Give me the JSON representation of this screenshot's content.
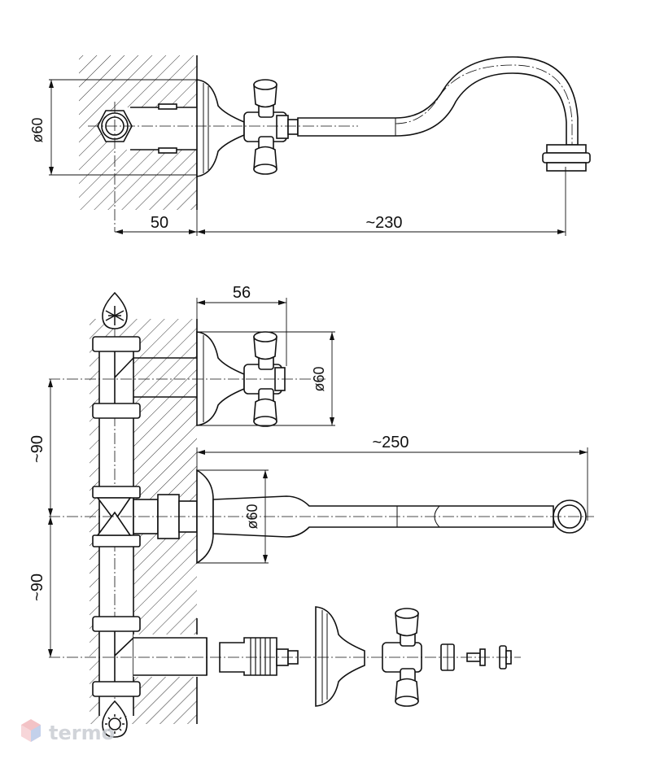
{
  "dimensions": {
    "top_diameter": "ø60",
    "top_depth": "50",
    "top_reach": "~230",
    "handle_width": "56",
    "handle_diameter": "ø60",
    "reach_250": "~250",
    "spout_diameter": "ø60",
    "spacing_upper": "~90",
    "spacing_lower": "~90"
  },
  "watermark": "termo",
  "icons": {
    "cold": "snowflake-icon",
    "hot": "sun-icon",
    "logo": "cube-logo-icon"
  }
}
